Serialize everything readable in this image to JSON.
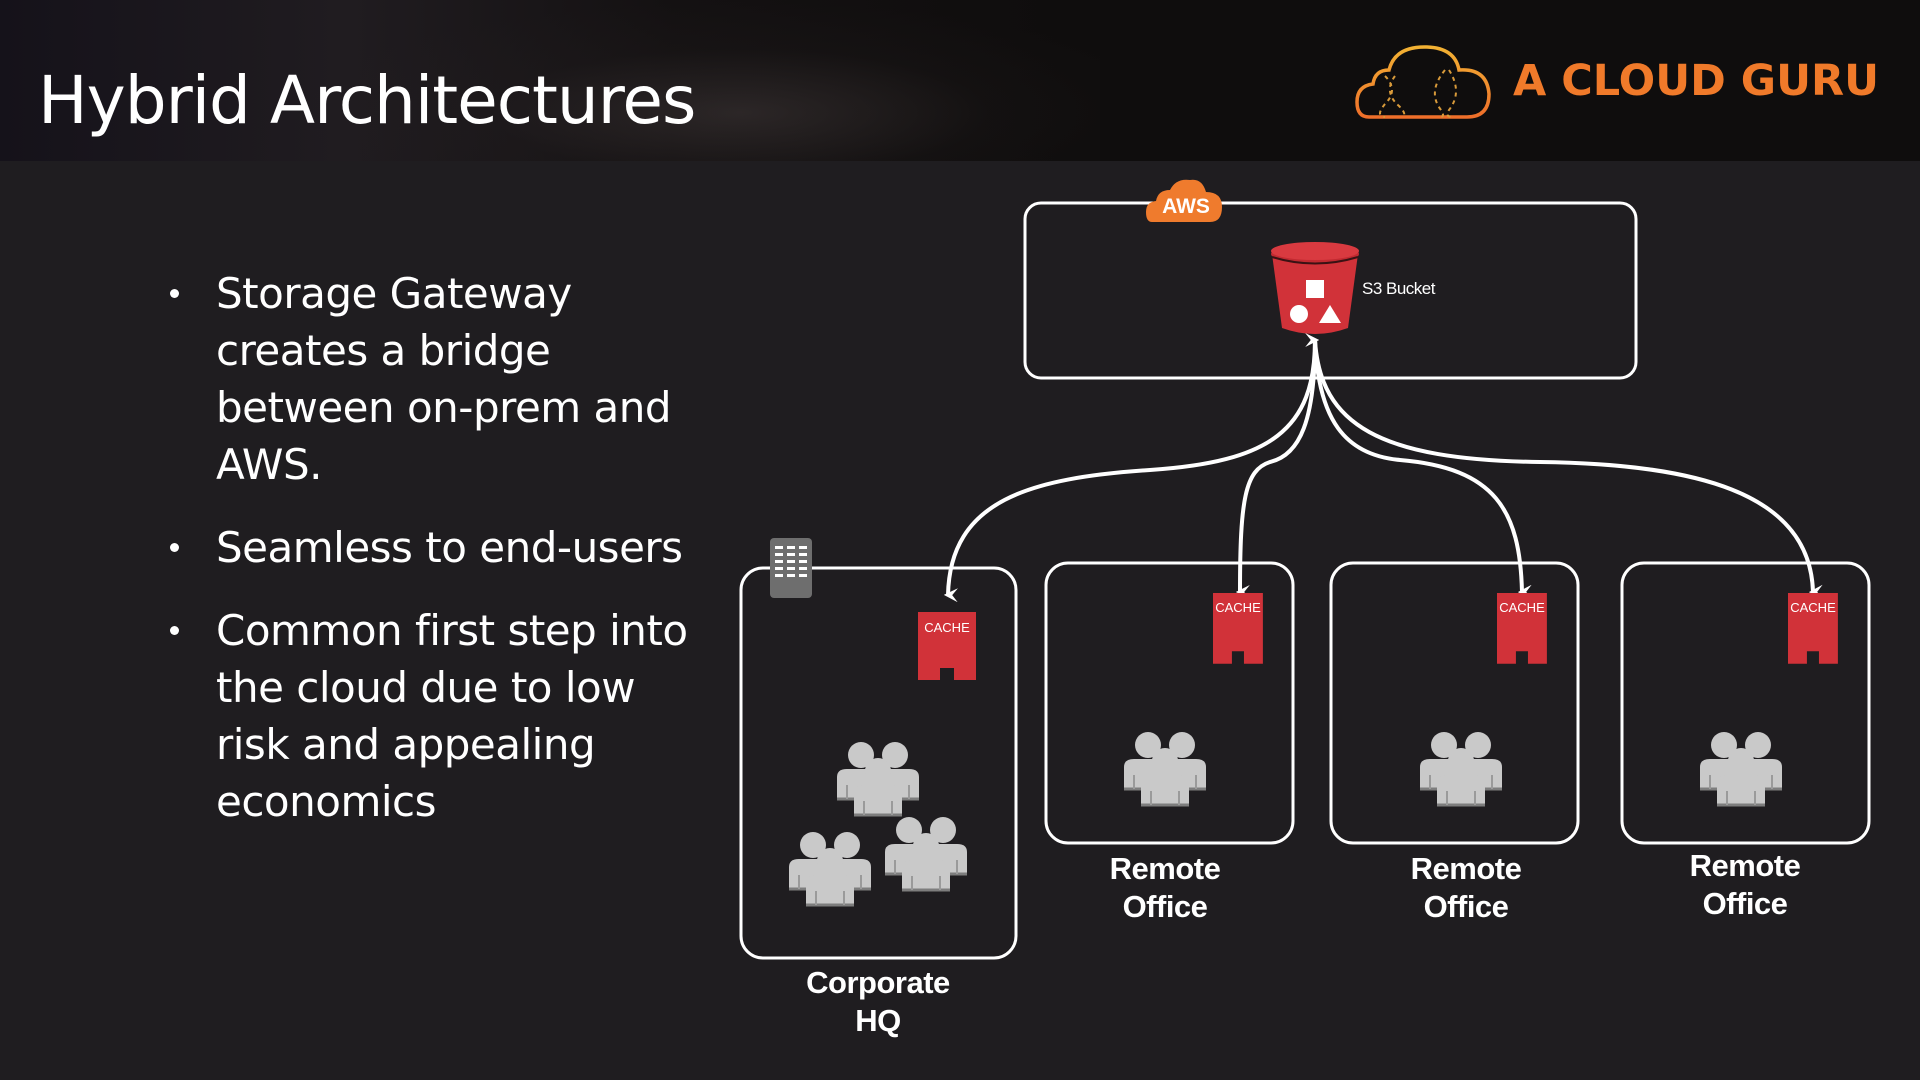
{
  "header": {
    "title": "Hybrid Architectures",
    "brand": {
      "name": "A CLOUD GURU",
      "color": "#f07a2a",
      "icon": "cloud-logo-icon"
    }
  },
  "bullets": [
    "Storage Gateway creates a bridge between on-prem and AWS.",
    "Seamless to end-users",
    "Common first step into the cloud due to low risk and appealing economics"
  ],
  "diagram": {
    "aws": {
      "badge": "AWS",
      "badge_color": "#ef7b2d",
      "bucket_label": "S3 Bucket",
      "bucket_color": "#d13239"
    },
    "cache_label": "CACHE",
    "cache_color": "#d13239",
    "sites": [
      {
        "id": "corporate-hq",
        "label_line1": "Corporate",
        "label_line2": "HQ",
        "icon": "building-icon",
        "people": "large-group"
      },
      {
        "id": "remote-office-1",
        "label_line1": "Remote",
        "label_line2": "Office",
        "people": "group"
      },
      {
        "id": "remote-office-2",
        "label_line1": "Remote",
        "label_line2": "Office",
        "people": "group"
      },
      {
        "id": "remote-office-3",
        "label_line1": "Remote",
        "label_line2": "Office",
        "people": "group"
      }
    ],
    "connections": [
      {
        "from": "S3 Bucket",
        "to": "Corporate HQ cache",
        "bidirectional": true
      },
      {
        "from": "S3 Bucket",
        "to": "Remote Office 1 cache",
        "bidirectional": true
      },
      {
        "from": "S3 Bucket",
        "to": "Remote Office 2 cache",
        "bidirectional": true
      },
      {
        "from": "S3 Bucket",
        "to": "Remote Office 3 cache",
        "bidirectional": true
      }
    ]
  }
}
